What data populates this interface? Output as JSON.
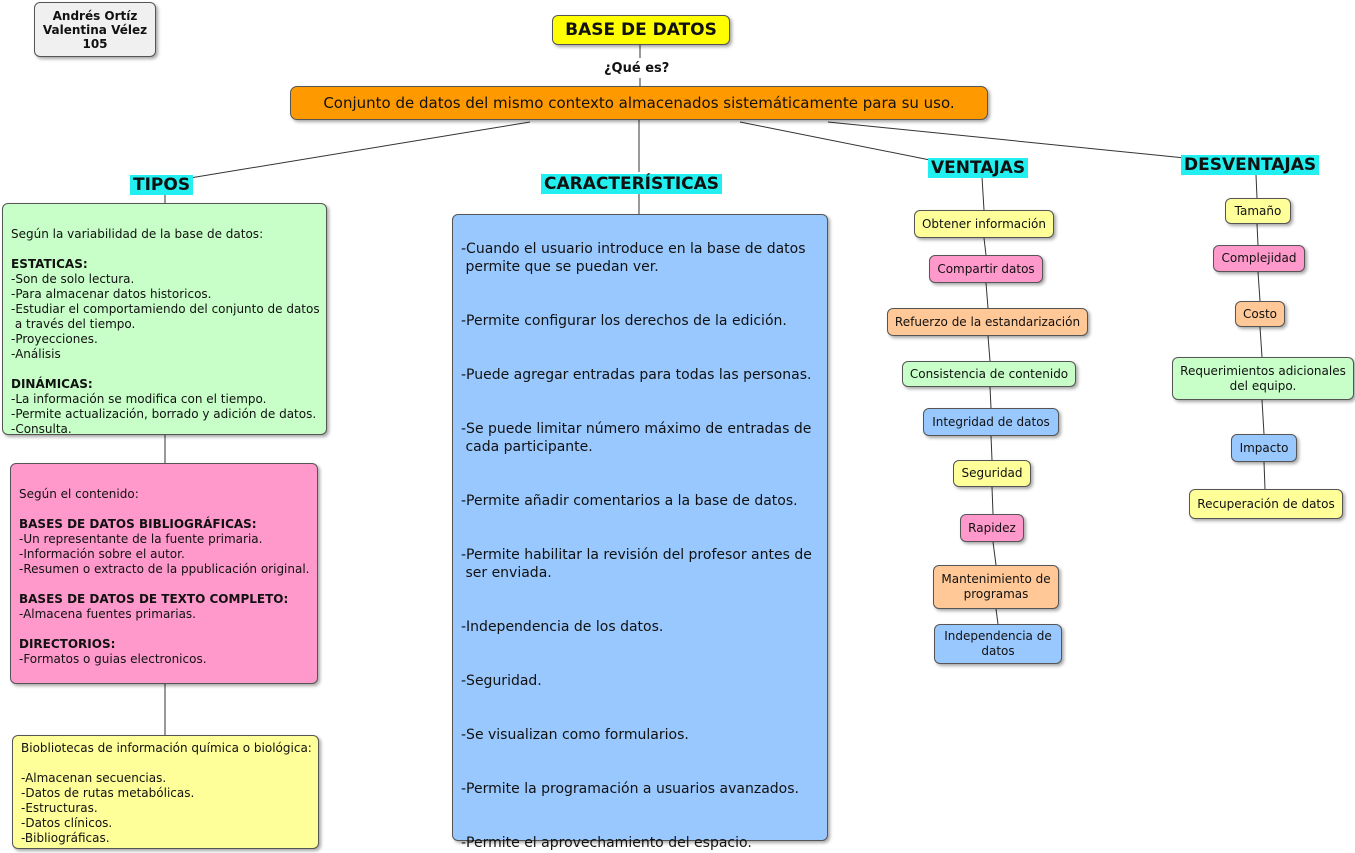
{
  "authors": {
    "name1": "Andrés Ortíz",
    "name2": "Valentina Vélez",
    "group": "105"
  },
  "root": {
    "title": "BASE DE DATOS",
    "question": "¿Qué es?",
    "definition": "Conjunto de datos del mismo contexto almacenados sistemáticamente para su uso."
  },
  "headings": {
    "tipos": "TIPOS",
    "caracteristicas": "CARACTERÍSTICAS",
    "ventajas": "VENTAJAS",
    "desventajas": "DESVENTAJAS"
  },
  "tipos": {
    "variabilidad": [
      {
        "text": "Según la variabilidad de la base de datos:",
        "bold": false
      },
      {
        "text": "",
        "bold": false
      },
      {
        "text": "ESTATICAS:",
        "bold": true
      },
      {
        "text": "-Son de solo lectura.",
        "bold": false
      },
      {
        "text": "-Para almacenar datos historicos.",
        "bold": false
      },
      {
        "text": "-Estudiar el comportamiendo del conjunto de datos",
        "bold": false
      },
      {
        "text": " a través del tiempo.",
        "bold": false
      },
      {
        "text": "-Proyecciones.",
        "bold": false
      },
      {
        "text": "-Análisis",
        "bold": false
      },
      {
        "text": "",
        "bold": false
      },
      {
        "text": "DINÁMICAS:",
        "bold": true
      },
      {
        "text": "-La información se modifica con el tiempo.",
        "bold": false
      },
      {
        "text": "-Permite actualización, borrado y adición de datos.",
        "bold": false
      },
      {
        "text": "-Consulta.",
        "bold": false
      }
    ],
    "contenido": [
      {
        "text": "Según el contenido:",
        "bold": false
      },
      {
        "text": "",
        "bold": false
      },
      {
        "text": "BASES DE DATOS BIBLIOGRÁFICAS:",
        "bold": true
      },
      {
        "text": "-Un representante de la fuente primaria.",
        "bold": false
      },
      {
        "text": "-Información sobre el autor.",
        "bold": false
      },
      {
        "text": "-Resumen o extracto de la ppublicación original.",
        "bold": false
      },
      {
        "text": "",
        "bold": false
      },
      {
        "text": "BASES DE DATOS DE TEXTO COMPLETO:",
        "bold": true
      },
      {
        "text": "-Almacena fuentes primarias.",
        "bold": false
      },
      {
        "text": "",
        "bold": false
      },
      {
        "text": "DIRECTORIOS:",
        "bold": true
      },
      {
        "text": "-Formatos o guias electronicos.",
        "bold": false
      }
    ],
    "biologica": [
      {
        "text": "Biobliotecas de información química o biológica:",
        "bold": false
      },
      {
        "text": "",
        "bold": false
      },
      {
        "text": "-Almacenan secuencias.",
        "bold": false
      },
      {
        "text": "-Datos de rutas metabólicas.",
        "bold": false
      },
      {
        "text": "-Estructuras.",
        "bold": false
      },
      {
        "text": "-Datos clínicos.",
        "bold": false
      },
      {
        "text": "-Bibliográficas.",
        "bold": false
      }
    ]
  },
  "caracteristicas": [
    {
      "text": "-Cuando el usuario introduce en la base de datos"
    },
    {
      "text": " permite que se puedan ver."
    },
    {
      "text": ""
    },
    {
      "text": ""
    },
    {
      "text": "-Permite configurar los derechos de la edición."
    },
    {
      "text": ""
    },
    {
      "text": ""
    },
    {
      "text": "-Puede agregar entradas para todas las personas."
    },
    {
      "text": ""
    },
    {
      "text": ""
    },
    {
      "text": "-Se puede limitar número máximo de entradas de"
    },
    {
      "text": " cada participante."
    },
    {
      "text": ""
    },
    {
      "text": ""
    },
    {
      "text": "-Permite añadir comentarios a la base de datos."
    },
    {
      "text": ""
    },
    {
      "text": ""
    },
    {
      "text": "-Permite habilitar la revisión del profesor antes de"
    },
    {
      "text": " ser enviada."
    },
    {
      "text": ""
    },
    {
      "text": ""
    },
    {
      "text": "-Independencia de los datos."
    },
    {
      "text": ""
    },
    {
      "text": ""
    },
    {
      "text": "-Seguridad."
    },
    {
      "text": ""
    },
    {
      "text": ""
    },
    {
      "text": "-Se visualizan como formularios."
    },
    {
      "text": ""
    },
    {
      "text": ""
    },
    {
      "text": "-Permite la programación a usuarios avanzados."
    },
    {
      "text": ""
    },
    {
      "text": ""
    },
    {
      "text": "-Permite el aprovechamiento del espacio."
    }
  ],
  "ventajas": [
    {
      "label": "Obtener información",
      "color": "#ffff99"
    },
    {
      "label": "Compartir datos",
      "color": "#ff99cc"
    },
    {
      "label": "Refuerzo de la estandarización",
      "color": "#ffc896"
    },
    {
      "label": "Consistencia de contenido",
      "color": "#c8ffc8"
    },
    {
      "label": "Integridad de datos",
      "color": "#99c8ff"
    },
    {
      "label": "Seguridad",
      "color": "#ffff99"
    },
    {
      "label": "Rapidez",
      "color": "#ff99cc"
    },
    {
      "label": "Mantenimiento de programas",
      "color": "#ffc896"
    },
    {
      "label": "Independencia de datos",
      "color": "#99c8ff"
    }
  ],
  "desventajas": [
    {
      "label": "Tamaño",
      "color": "#ffff99"
    },
    {
      "label": "Complejidad",
      "color": "#ff99cc"
    },
    {
      "label": "Costo",
      "color": "#ffc896"
    },
    {
      "label": "Requerimientos adicionales del equipo.",
      "color": "#c8ffc8"
    },
    {
      "label": "Impacto",
      "color": "#99c8ff"
    },
    {
      "label": "Recuperación de datos",
      "color": "#ffff99"
    }
  ],
  "colors": {
    "title_box": "#ffff00",
    "definition_box": "#ff9900",
    "authors_box": "#f0f0f0",
    "tipos_variabilidad": "#c8ffc8",
    "tipos_contenido": "#ff99cc",
    "tipos_biologica": "#ffff99",
    "caracteristicas_box": "#99c8ff",
    "heading_highlight": "#22f0f0"
  }
}
